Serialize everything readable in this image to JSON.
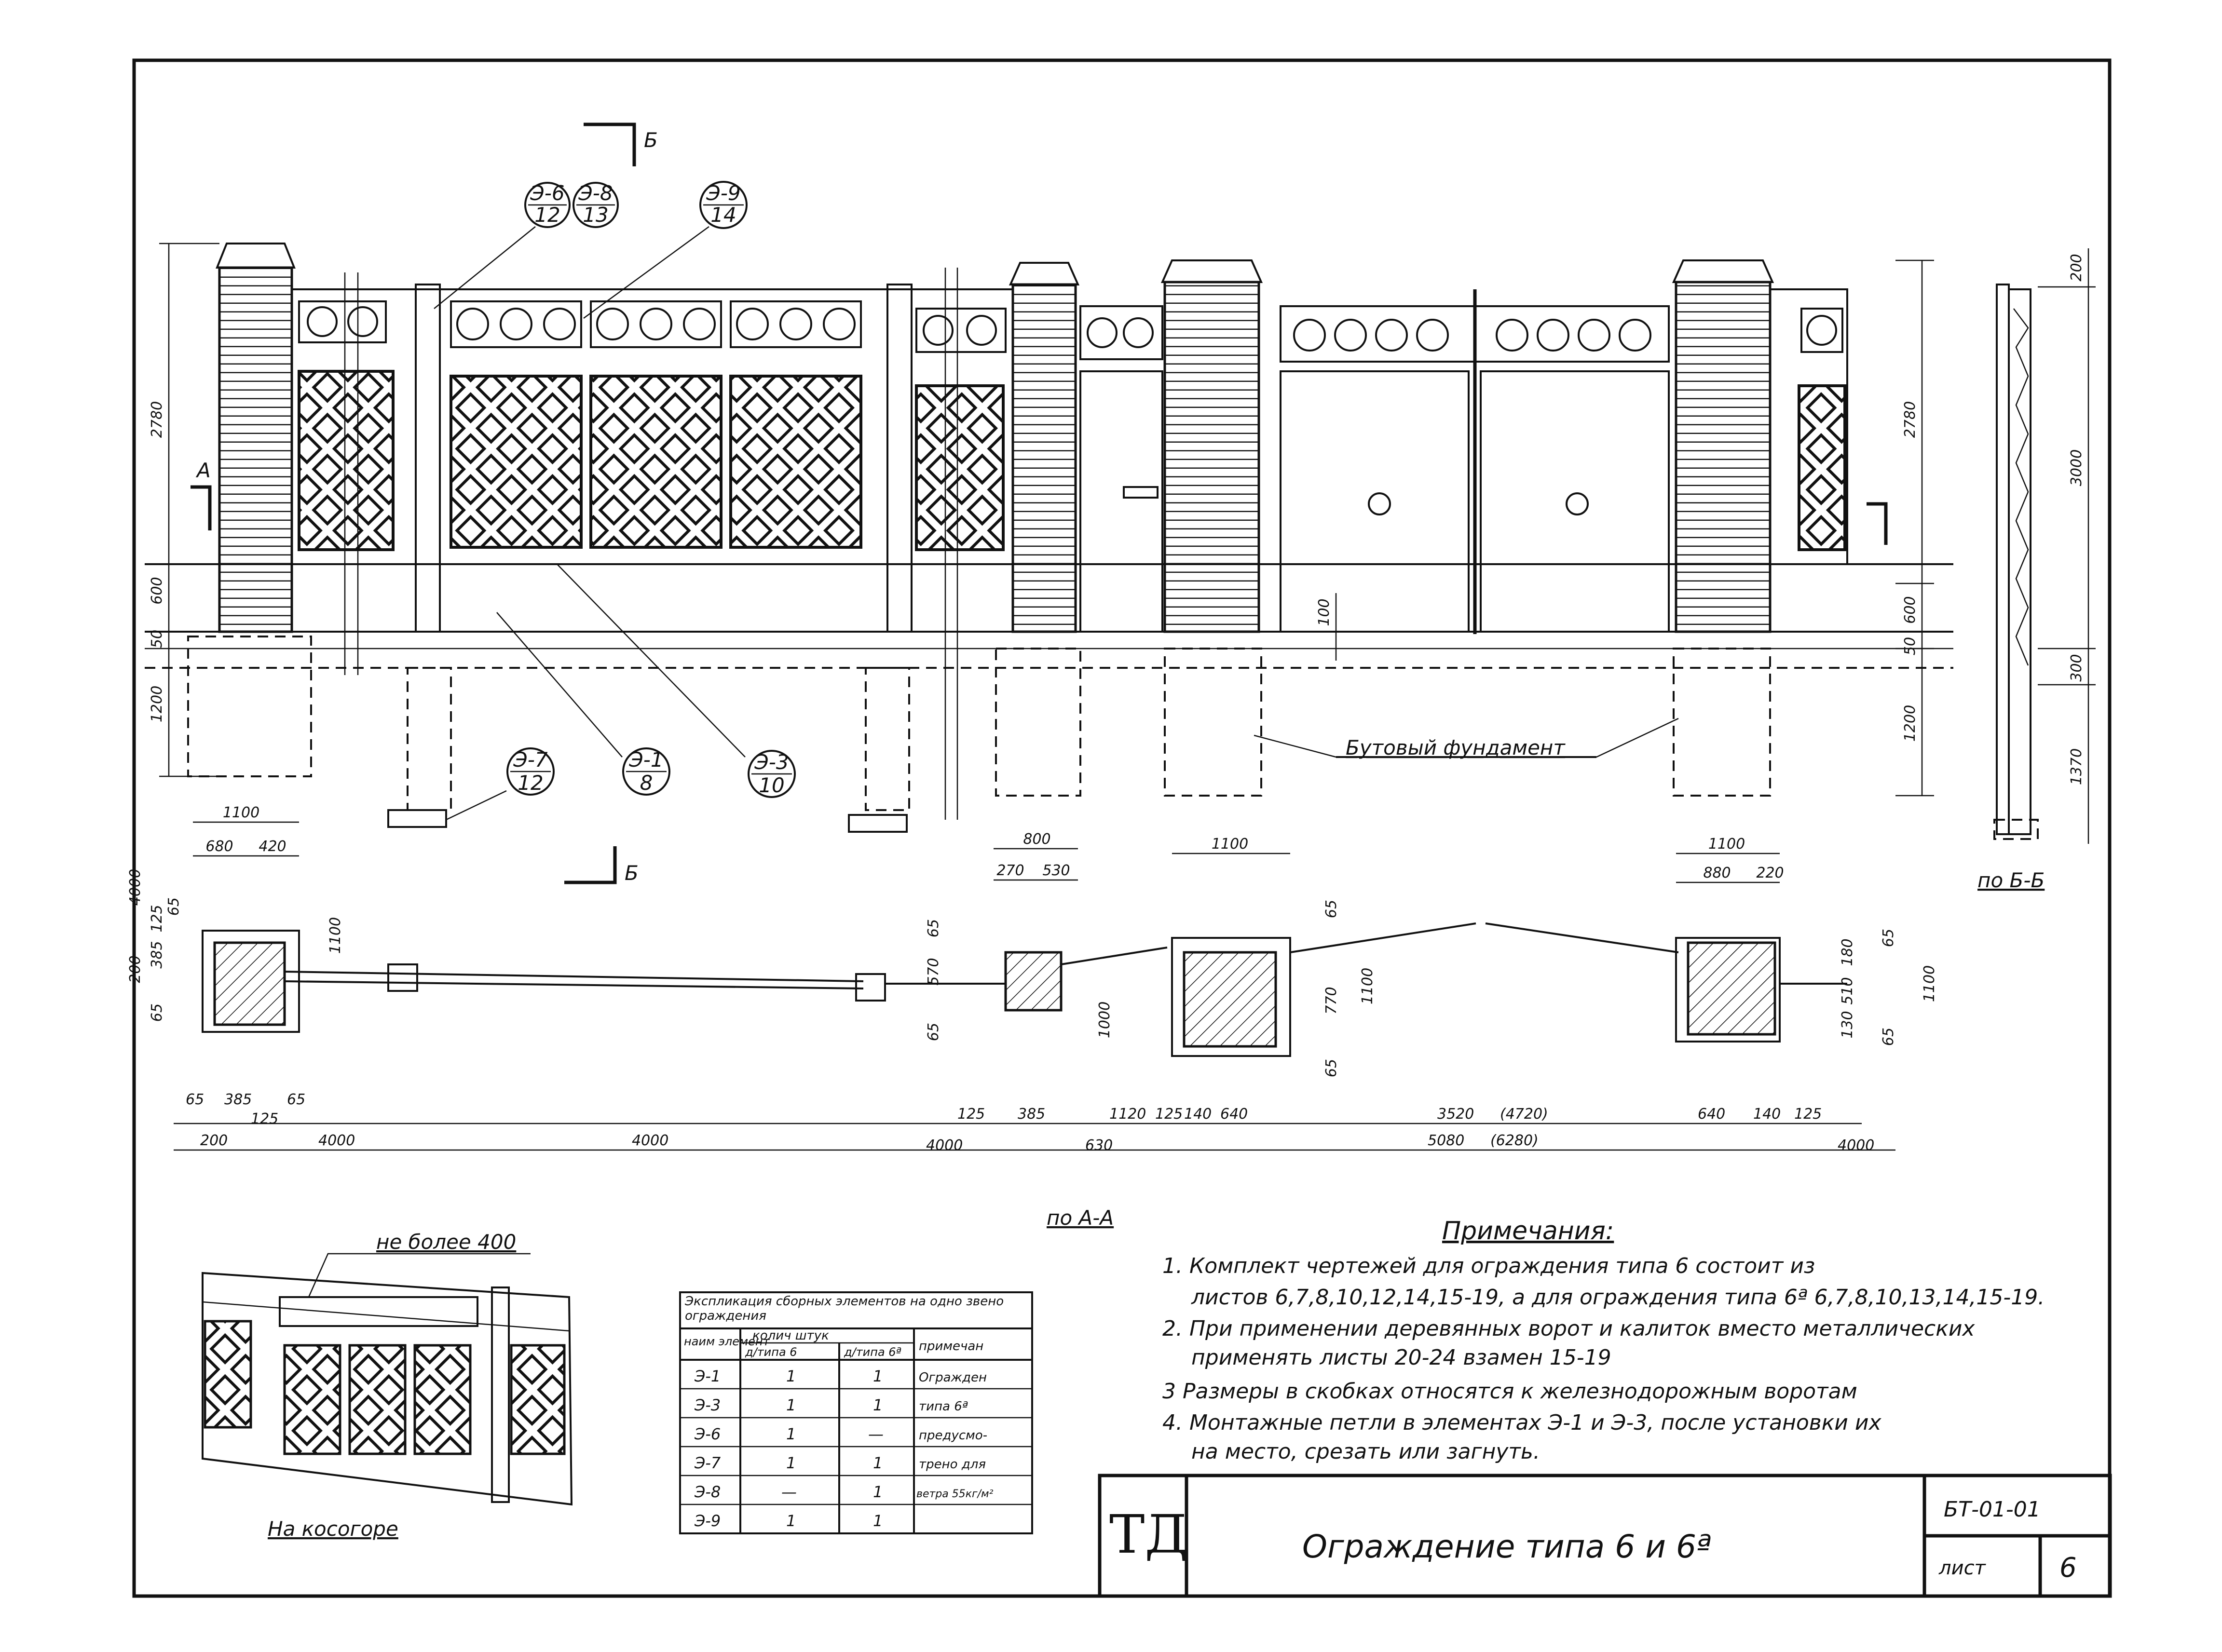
{
  "elevation": {
    "callouts": [
      {
        "top": "Э-6",
        "bottom": "12"
      },
      {
        "top": "Э-8",
        "bottom": "13"
      },
      {
        "top": "Э-9",
        "bottom": "14"
      },
      {
        "top": "Э-7",
        "bottom": "12"
      },
      {
        "top": "Э-1",
        "bottom": "8"
      },
      {
        "top": "Э-3",
        "bottom": "10"
      }
    ],
    "section_marks": {
      "b_top": "Б",
      "b_bottom": "Б",
      "a_left": "А"
    },
    "dims_left": [
      "2780",
      "600",
      "50",
      "1200"
    ],
    "dims_right": [
      "2780",
      "600",
      "50",
      "1200"
    ],
    "dim_100": "100",
    "foundation_label": "Бутовый фундамент"
  },
  "section_bb": {
    "dims": [
      "200",
      "3000",
      "300",
      "1370"
    ],
    "label": "по Б-Б"
  },
  "plan": {
    "label": "по А-А",
    "top_dims": [
      "1100",
      "680",
      "420",
      "800",
      "270",
      "530",
      "1100",
      "1100",
      "880",
      "220"
    ],
    "left_vert_dims": [
      "4000",
      "200",
      "385",
      "125",
      "65",
      "65",
      "1100"
    ],
    "mid_vert_dims": [
      "65",
      "570",
      "65",
      "1000",
      "65",
      "770",
      "1100",
      "65"
    ],
    "right_vert_dims": [
      "180",
      "510",
      "130",
      "65",
      "65",
      "1100"
    ],
    "bottom_row1": [
      "65",
      "385",
      "65",
      "125",
      "125",
      "385",
      "1120",
      "125",
      "140",
      "640",
      "3520",
      "(4720)",
      "640",
      "140",
      "125"
    ],
    "bottom_row2": [
      "200",
      "4000",
      "4000",
      "4000",
      "630",
      "5080",
      "(6280)",
      "4000"
    ]
  },
  "slope": {
    "note": "не более 400",
    "label": "На косогоре"
  },
  "table": {
    "title": "Экспликация сборных элементов на одно звено ограждения",
    "col_name": "наим элемент",
    "col_count": "колич штук",
    "col_type6": "д/типа 6",
    "col_type6a": "д/типа 6ª",
    "col_note": "примечан",
    "rows": [
      {
        "name": "Э-1",
        "a": "1",
        "b": "1",
        "note": "Огражден"
      },
      {
        "name": "Э-3",
        "a": "1",
        "b": "1",
        "note": "типа 6ª"
      },
      {
        "name": "Э-6",
        "a": "1",
        "b": "—",
        "note": "предусмо-"
      },
      {
        "name": "Э-7",
        "a": "1",
        "b": "1",
        "note": "трено для"
      },
      {
        "name": "Э-8",
        "a": "—",
        "b": "1",
        "note": "ветра 55кг/м²"
      },
      {
        "name": "Э-9",
        "a": "1",
        "b": "1",
        "note": ""
      }
    ]
  },
  "notes": {
    "title": "Примечания:",
    "items": [
      "1. Комплект чертежей для ограждения типа 6 состоит из",
      "листов 6,7,8,10,12,14,15-19, а для ограждения типа 6ª 6,7,8,10,13,14,15-19.",
      "2. При применении деревянных ворот и калиток вместо металлических",
      "применять листы 20-24 взамен 15-19",
      "3 Размеры в скобках относятся к железнодорожным воротам",
      "4. Монтажные петли в элементах Э-1 и Э-3, после установки их",
      "на место, срезать или загнуть."
    ]
  },
  "title_block": {
    "logo": "ТД",
    "title": "Ограждение типа 6 и 6ª",
    "code": "БТ-01-01",
    "sheet_label": "лист",
    "sheet_no": "6"
  }
}
